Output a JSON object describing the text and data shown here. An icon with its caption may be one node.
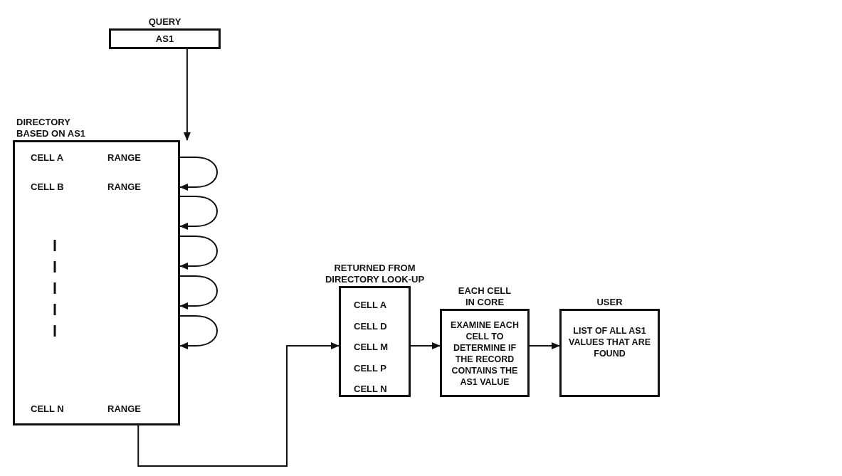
{
  "diagram": {
    "nodes": [
      {
        "text": [
          "QUERY",
          "AS1"
        ]
      },
      {
        "text": [
          "DIRECTORY BASED ON AS1",
          "CELL A",
          "RANGE",
          "CELL B",
          "RANGE",
          "CELL N",
          "RANGE"
        ]
      },
      {
        "text": [
          "RETURNED FROM DIRECTORY LOOK-UP",
          "CELL A",
          "CELL D",
          "CELL M",
          "CELL P",
          "CELL N"
        ]
      },
      {
        "text": [
          "EACH CELL IN CORE",
          "EXAMINE EACH CELL TO DETERMINE IF THE RECORD CONTAINS THE AS1 VALUE"
        ]
      },
      {
        "text": [
          "USER",
          "LIST OF ALL AS1 VALUES THAT ARE FOUND"
        ]
      }
    ],
    "edges": [
      {
        "from": 0,
        "to": 1,
        "arrow": "to"
      },
      {
        "from": 1,
        "to": 1,
        "arrow": "to"
      },
      {
        "from": 1,
        "to": 1,
        "arrow": "to"
      },
      {
        "from": 1,
        "to": 1,
        "arrow": "to"
      },
      {
        "from": 1,
        "to": 1,
        "arrow": "to"
      },
      {
        "from": 1,
        "to": 1,
        "arrow": "to"
      },
      {
        "from": 1,
        "to": 2,
        "arrow": "to"
      },
      {
        "from": 2,
        "to": 3,
        "arrow": "to"
      },
      {
        "from": 3,
        "to": 4,
        "arrow": "to"
      }
    ]
  }
}
